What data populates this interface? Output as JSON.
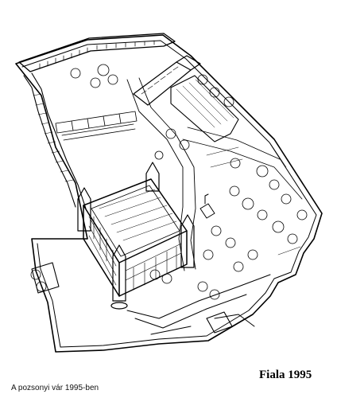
{
  "drawing": {
    "subject": "castle-site-plan-sketch",
    "stroke_color": "#000000",
    "fill_color": "#ffffff"
  },
  "caption": "A pozsonyi vár 1995-ben",
  "signature": "Fiala 1995"
}
